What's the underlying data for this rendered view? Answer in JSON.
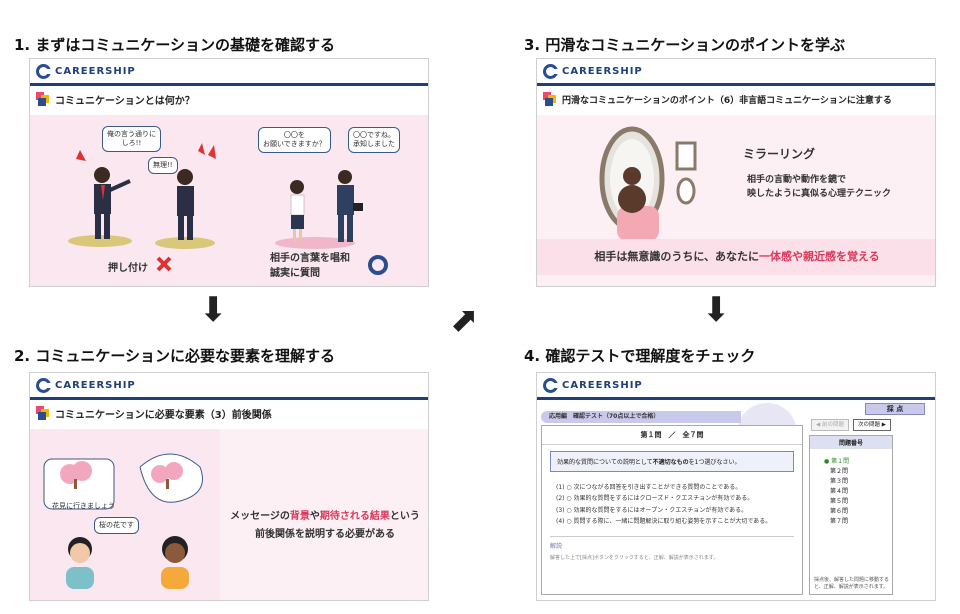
{
  "steps": [
    {
      "title": "1. まずはコミュニケーションの基礎を確認する"
    },
    {
      "title": "2. コミュニケーションに必要な要素を理解する"
    },
    {
      "title": "3. 円滑なコミュニケーションのポイントを学ぶ"
    },
    {
      "title": "4. 確認テストで理解度をチェック"
    }
  ],
  "brand": "CAREERSHIP",
  "slide1": {
    "heading": "コミュニケーションとは何か？",
    "bubble_a": "俺の言う通りに\nしろ!!",
    "bubble_b": "無理!!",
    "bubble_c": "〇〇を\nお願いできますか？",
    "bubble_d": "〇〇ですね。\n承知しました",
    "bad_label": "押し付け",
    "good_label": "相手の言葉を唱和\n誠実に質問"
  },
  "slide2": {
    "heading": "コミュニケーションに必要な要素（3）前後関係",
    "bubble_a": "花見に行きましょう",
    "bubble_b": "桜の花です",
    "msg_1": "メッセージの",
    "msg_hl1": "背景",
    "msg_2": "や",
    "msg_hl2": "期待される結果",
    "msg_3": "という",
    "msg_line2": "前後関係を説明する必要がある"
  },
  "slide3": {
    "heading": "円滑なコミュニケーションのポイント（6）非言語コミュニケーションに注意する",
    "title": "ミラーリング",
    "desc": "相手の言動や動作を鏡で\n映したように真似る心理テクニック",
    "bottom_1": "相手は無意識のうちに、あなたに",
    "bottom_hl": "一体感や親近感を覚える"
  },
  "slide4": {
    "tab": "応用編　確認テスト（70点以上で合格）",
    "q_header": "第１問　／　全７問",
    "question_pre": "効果的な質問についての説明として",
    "question_bold": "不適切なもの",
    "question_post": "を1つ選びなさい。",
    "options": [
      "(1)  ○  次につながる回答を引き出すことができる質問のことである。",
      "(2)  ○  効果的な質問をするにはクローズド・クエスチョンが有効である。",
      "(3)  ○  効果的な質問をするにはオープン・クエスチョンが有効である。",
      "(4)  ○  質問する際に、一緒に問題解決に取り組む姿勢を示すことが大切である。"
    ],
    "explain_label": "解説",
    "explain_text": "解答した上で[採点]ボタンをクリックすると、正解、解説が表示されます。",
    "score_btn": "採 点",
    "prev_btn": "◀ 前の問題",
    "next_btn": "次の問題 ▶",
    "list_title": "問題番号",
    "questions": [
      "第１問",
      "第２問",
      "第３問",
      "第４問",
      "第５問",
      "第６問",
      "第７問"
    ],
    "side_note": "採点後、解答した問題に移動すると、正解、解説が表示されます。"
  }
}
